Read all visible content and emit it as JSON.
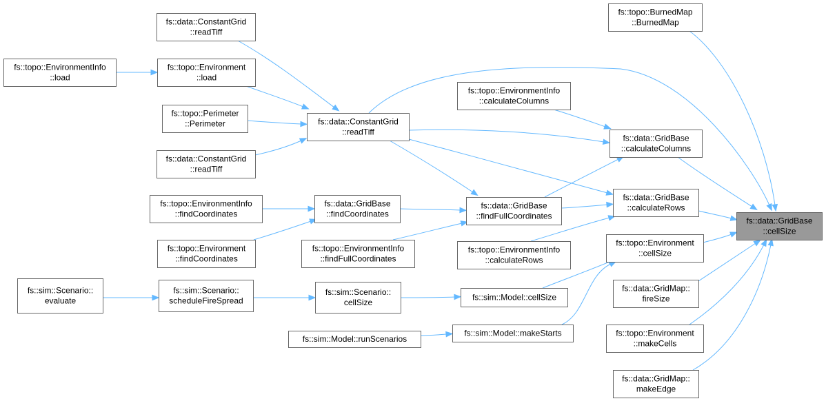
{
  "graph": {
    "focus": "n_cellsize",
    "nodes": [
      {
        "id": "n_cellsize",
        "lines": [
          "fs::data::GridBase",
          "::cellSize"
        ]
      },
      {
        "id": "n_burnedmap",
        "lines": [
          "fs::topo::BurnedMap",
          "::BurnedMap"
        ]
      },
      {
        "id": "n_cg_readtiff_top",
        "lines": [
          "fs::data::ConstantGrid",
          "::readTiff"
        ]
      },
      {
        "id": "n_envinfo_load",
        "lines": [
          "fs::topo::EnvironmentInfo",
          "::load"
        ]
      },
      {
        "id": "n_env_load",
        "lines": [
          "fs::topo::Environment",
          "::load"
        ]
      },
      {
        "id": "n_perimeter",
        "lines": [
          "fs::topo::Perimeter",
          "::Perimeter"
        ]
      },
      {
        "id": "n_cg_readtiff_low",
        "lines": [
          "fs::data::ConstantGrid",
          "::readTiff"
        ]
      },
      {
        "id": "n_cg_readtiff_mid",
        "lines": [
          "fs::data::ConstantGrid",
          "::readTiff"
        ]
      },
      {
        "id": "n_envinfo_calccols",
        "lines": [
          "fs::topo::EnvironmentInfo",
          "::calculateColumns"
        ]
      },
      {
        "id": "n_gb_calccols",
        "lines": [
          "fs::data::GridBase",
          "::calculateColumns"
        ]
      },
      {
        "id": "n_gb_calcrows",
        "lines": [
          "fs::data::GridBase",
          "::calculateRows"
        ]
      },
      {
        "id": "n_envinfo_findcoords",
        "lines": [
          "fs::topo::EnvironmentInfo",
          "::findCoordinates"
        ]
      },
      {
        "id": "n_gb_findcoords",
        "lines": [
          "fs::data::GridBase",
          "::findCoordinates"
        ]
      },
      {
        "id": "n_gb_findfullcoords",
        "lines": [
          "fs::data::GridBase",
          "::findFullCoordinates"
        ]
      },
      {
        "id": "n_env_findcoords",
        "lines": [
          "fs::topo::Environment",
          "::findCoordinates"
        ]
      },
      {
        "id": "n_envinfo_findfullcoords",
        "lines": [
          "fs::topo::EnvironmentInfo",
          "::findFullCoordinates"
        ]
      },
      {
        "id": "n_envinfo_calcrows",
        "lines": [
          "fs::topo::EnvironmentInfo",
          "::calculateRows"
        ]
      },
      {
        "id": "n_env_cellsize",
        "lines": [
          "fs::topo::Environment",
          "::cellSize"
        ]
      },
      {
        "id": "n_scen_evaluate",
        "lines": [
          "fs::sim::Scenario::",
          "evaluate"
        ]
      },
      {
        "id": "n_scen_schedule",
        "lines": [
          "fs::sim::Scenario::",
          "scheduleFireSpread"
        ]
      },
      {
        "id": "n_scen_cellsize",
        "lines": [
          "fs::sim::Scenario::",
          "cellSize"
        ]
      },
      {
        "id": "n_model_cellsize",
        "lines": [
          "fs::sim::Model::cellSize"
        ]
      },
      {
        "id": "n_gm_firesize",
        "lines": [
          "fs::data::GridMap::",
          "fireSize"
        ]
      },
      {
        "id": "n_model_runscen",
        "lines": [
          "fs::sim::Model::runScenarios"
        ]
      },
      {
        "id": "n_model_makestarts",
        "lines": [
          "fs::sim::Model::makeStarts"
        ]
      },
      {
        "id": "n_env_makecells",
        "lines": [
          "fs::topo::Environment",
          "::makeCells"
        ]
      },
      {
        "id": "n_gm_makeedge",
        "lines": [
          "fs::data::GridMap::",
          "makeEdge"
        ]
      }
    ],
    "edges": [
      {
        "from": "n_burnedmap",
        "to": "n_cellsize"
      },
      {
        "from": "n_cg_readtiff_mid",
        "to": "n_cellsize"
      },
      {
        "from": "n_gb_calccols",
        "to": "n_cellsize"
      },
      {
        "from": "n_gb_calcrows",
        "to": "n_cellsize"
      },
      {
        "from": "n_env_cellsize",
        "to": "n_cellsize"
      },
      {
        "from": "n_gm_firesize",
        "to": "n_cellsize"
      },
      {
        "from": "n_env_makecells",
        "to": "n_cellsize"
      },
      {
        "from": "n_gm_makeedge",
        "to": "n_cellsize"
      },
      {
        "from": "n_cg_readtiff_top",
        "to": "n_cg_readtiff_mid"
      },
      {
        "from": "n_env_load",
        "to": "n_cg_readtiff_mid"
      },
      {
        "from": "n_perimeter",
        "to": "n_cg_readtiff_mid"
      },
      {
        "from": "n_cg_readtiff_low",
        "to": "n_cg_readtiff_mid"
      },
      {
        "from": "n_envinfo_load",
        "to": "n_env_load"
      },
      {
        "from": "n_cg_readtiff_mid",
        "to": "n_gb_calccols"
      },
      {
        "from": "n_envinfo_calccols",
        "to": "n_gb_calccols"
      },
      {
        "from": "n_gb_findfullcoords",
        "to": "n_gb_calccols"
      },
      {
        "from": "n_cg_readtiff_mid",
        "to": "n_gb_calcrows"
      },
      {
        "from": "n_gb_findfullcoords",
        "to": "n_gb_calcrows"
      },
      {
        "from": "n_envinfo_calcrows",
        "to": "n_gb_calcrows"
      },
      {
        "from": "n_cg_readtiff_mid",
        "to": "n_gb_findfullcoords"
      },
      {
        "from": "n_gb_findcoords",
        "to": "n_gb_findfullcoords"
      },
      {
        "from": "n_envinfo_findfullcoords",
        "to": "n_gb_findfullcoords"
      },
      {
        "from": "n_envinfo_findcoords",
        "to": "n_gb_findcoords"
      },
      {
        "from": "n_env_findcoords",
        "to": "n_gb_findcoords"
      },
      {
        "from": "n_scen_evaluate",
        "to": "n_scen_schedule"
      },
      {
        "from": "n_scen_schedule",
        "to": "n_scen_cellsize"
      },
      {
        "from": "n_scen_cellsize",
        "to": "n_model_cellsize"
      },
      {
        "from": "n_model_cellsize",
        "to": "n_env_cellsize"
      },
      {
        "from": "n_model_runscen",
        "to": "n_model_makestarts"
      },
      {
        "from": "n_model_makestarts",
        "to": "n_env_cellsize"
      }
    ]
  }
}
